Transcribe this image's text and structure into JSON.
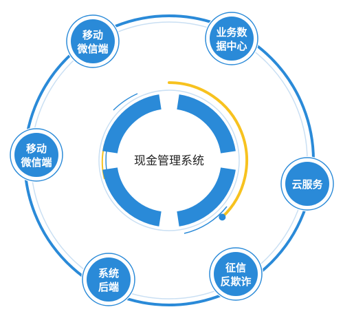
{
  "colors": {
    "primary_blue": "#2a8ad8",
    "light_blue_ring": "#c9dff3",
    "accent_yellow": "#f7c21f",
    "white": "#ffffff",
    "text_dark": "#222222"
  },
  "diagram": {
    "center": {
      "label": "现金管理系统",
      "progress_fraction": 0.38
    },
    "nodes": [
      {
        "id": "mobile-wechat-top",
        "lines": [
          "移动",
          "微信端"
        ]
      },
      {
        "id": "business-data",
        "lines": [
          "业务数",
          "据中心"
        ]
      },
      {
        "id": "mobile-wechat-left",
        "lines": [
          "移动",
          "微信端"
        ]
      },
      {
        "id": "cloud-service",
        "lines": [
          "云服务"
        ]
      },
      {
        "id": "system-backend",
        "lines": [
          "系统",
          "后端"
        ]
      },
      {
        "id": "credit-anti-fraud",
        "lines": [
          "征信",
          "反欺诈"
        ]
      }
    ]
  }
}
